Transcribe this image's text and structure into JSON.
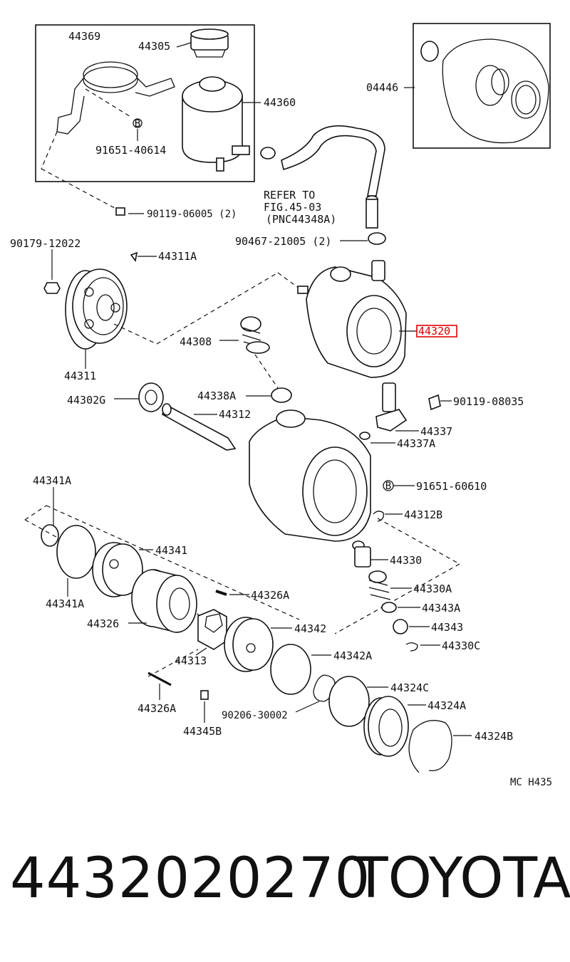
{
  "labels": {
    "l44369": "44369",
    "l44305": "44305",
    "l44360": "44360",
    "l91651_40614": "91651-40614",
    "l04446": "04446",
    "l_refer1": "REFER TO",
    "l_refer2": "FIG.45-03",
    "l_refer3": "(PNC44348A)",
    "l90119_06005": "90119-06005 (2)",
    "l90467_21005": "90467-21005 (2)",
    "l90179_12022": "90179-12022",
    "l44311A": "44311A",
    "l44320": "44320",
    "l44308": "44308",
    "l44311": "44311",
    "l44338A": "44338A",
    "l44302G": "44302G",
    "l44312": "44312",
    "l90119_08035": "90119-08035",
    "l44337": "44337",
    "l44337A": "44337A",
    "l44341A_top": "44341A",
    "l91651_60610": "91651-60610",
    "l44312B": "44312B",
    "l44341": "44341",
    "l44330": "44330",
    "l44341A_bottom": "44341A",
    "l44330A": "44330A",
    "l44326A_top": "44326A",
    "l44343A": "44343A",
    "l44326": "44326",
    "l44342": "44342",
    "l44343": "44343",
    "l44313": "44313",
    "l44330C": "44330C",
    "l44342A": "44342A",
    "l44324C": "44324C",
    "l44326A_bottom": "44326A",
    "l90206_30002": "90206-30002",
    "l44324A": "44324A",
    "l44345B": "44345B",
    "l44324B": "44324B",
    "code": "MC H435",
    "b1": "B",
    "b2": "B"
  },
  "footer": {
    "part_number": "4432020270",
    "brand": "TOYOTA"
  },
  "colors": {
    "highlight": "#e00000",
    "ink": "#111111"
  },
  "highlighted_part": "44320"
}
